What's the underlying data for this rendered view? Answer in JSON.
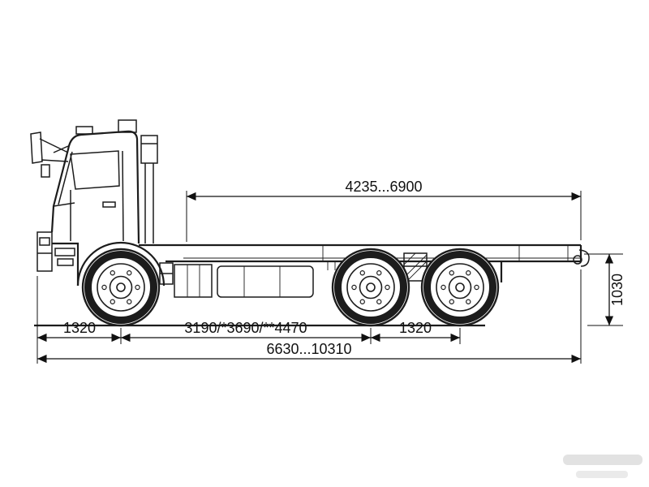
{
  "dims": {
    "frame_length": "4235...6900",
    "frame_height": "1030",
    "front_overhang": "1320",
    "wheelbase": "3190/*3690/**4470",
    "bogie_spacing": "1320",
    "overall_length": "6630...10310"
  },
  "colors": {
    "line": "#1c1c1c",
    "dimension": "#111111",
    "background": "#ffffff",
    "watermark": "#e2e2e2"
  }
}
